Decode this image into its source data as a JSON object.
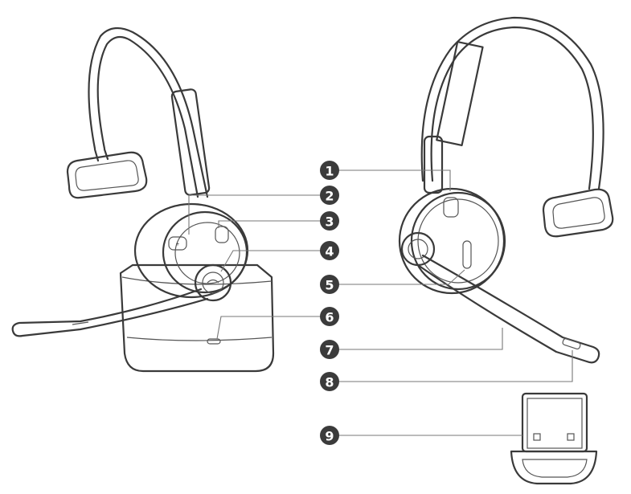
{
  "callouts": [
    {
      "id": 1,
      "label": "1"
    },
    {
      "id": 2,
      "label": "2"
    },
    {
      "id": 3,
      "label": "3"
    },
    {
      "id": 4,
      "label": "4"
    },
    {
      "id": 5,
      "label": "5"
    },
    {
      "id": 6,
      "label": "6"
    },
    {
      "id": 7,
      "label": "7"
    },
    {
      "id": 8,
      "label": "8"
    },
    {
      "id": 9,
      "label": "9"
    }
  ],
  "icons": {
    "left_headset": "headset-on-charging-base",
    "right_headset": "headset-side-view",
    "dongle": "usb-dongle"
  }
}
